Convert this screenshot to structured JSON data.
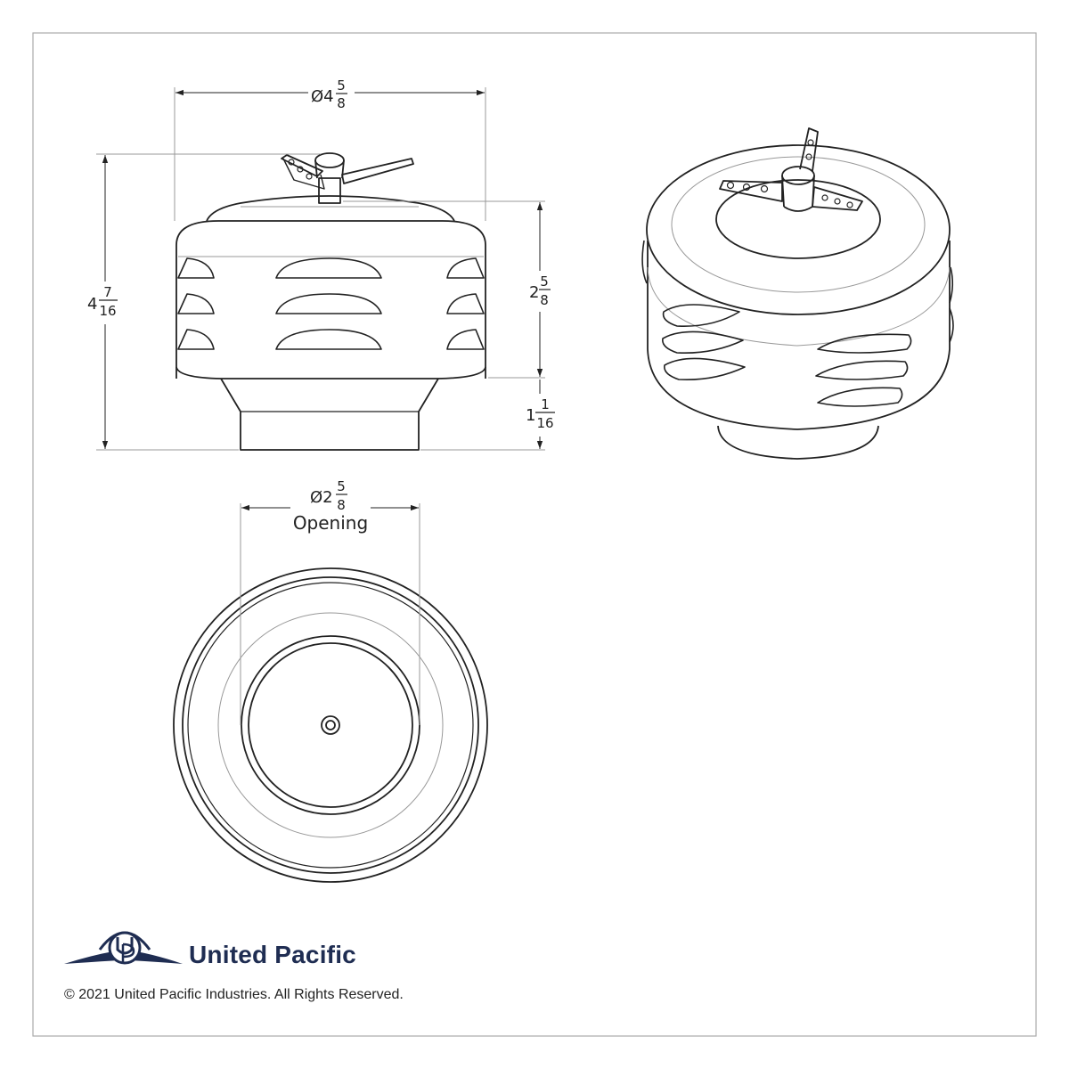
{
  "dimensions": {
    "top_diameter": {
      "prefix": "Ø4",
      "num": "5",
      "den": "8"
    },
    "overall_height": {
      "prefix": "4",
      "num": "7",
      "den": "16"
    },
    "body_height": {
      "prefix": "2",
      "num": "5",
      "den": "8"
    },
    "neck_height": {
      "prefix": "1",
      "num": "1",
      "den": "16"
    },
    "opening_diameter": {
      "prefix": "Ø2",
      "num": "5",
      "den": "8",
      "label": "Opening"
    }
  },
  "brand": {
    "name": "United Pacific",
    "logo_color": "#1f2d52"
  },
  "copyright": "© 2021 United Pacific Industries. All Rights Reserved.",
  "colors": {
    "line": "#222222",
    "thin_line": "#999999",
    "border": "#aaaaaa"
  }
}
